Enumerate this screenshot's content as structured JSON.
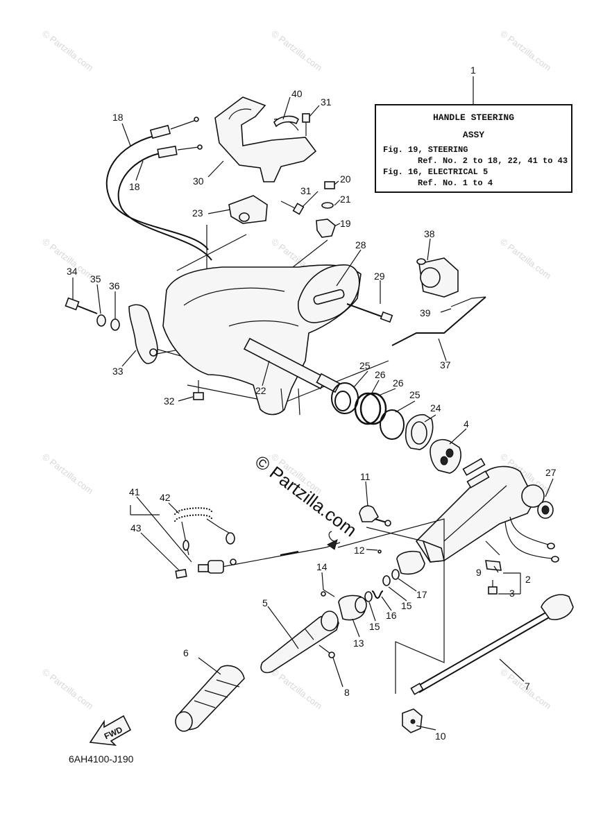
{
  "diagram": {
    "info_box": {
      "title_line1": "HANDLE STEERING",
      "title_line2": "ASSY",
      "line1": "Fig. 19, STEERING",
      "line2": "Ref. No. 2 to 18, 22, 41 to 43",
      "line3": "Fig. 16, ELECTRICAL 5",
      "line4": "Ref. No. 1 to 4"
    },
    "figure_code": "6AH4100-J190",
    "fwd_label": "FWD",
    "site_watermark": "© Partzilla.com",
    "tile_watermark": "© Partzilla.com",
    "callouts": [
      "1",
      "2",
      "3",
      "4",
      "5",
      "6",
      "7",
      "8",
      "9",
      "10",
      "11",
      "12",
      "13",
      "14",
      "15",
      "15",
      "16",
      "17",
      "18",
      "18",
      "19",
      "20",
      "21",
      "22",
      "23",
      "24",
      "25",
      "25",
      "26",
      "26",
      "27",
      "28",
      "29",
      "30",
      "31",
      "31",
      "32",
      "33",
      "34",
      "35",
      "36",
      "37",
      "38",
      "39",
      "40",
      "41",
      "42",
      "43"
    ]
  }
}
